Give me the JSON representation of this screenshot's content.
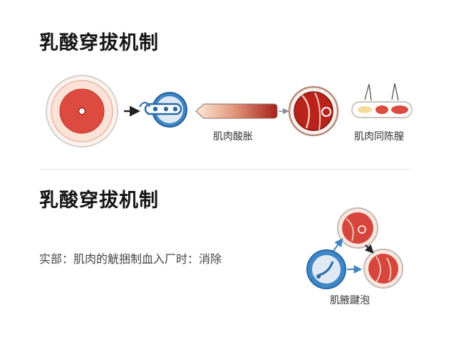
{
  "diagram": {
    "title_top": "乳酸穿拔机制",
    "title_bottom": "乳酸穿拔机制",
    "label_bar": "肌肉酸胀",
    "label_capsule": "肌肉同陈膣",
    "description": "实部：肌肉的觥捆制血入厂时：消除",
    "label_cycle": "肌腋踺泡"
  },
  "colors": {
    "red": "#d9483f",
    "dark_red": "#b3231d",
    "blue": "#3f86c6",
    "pale_peach": "#fbe4d7",
    "arrow_dark": "#222222",
    "arrow_blue": "#3f86c6"
  }
}
